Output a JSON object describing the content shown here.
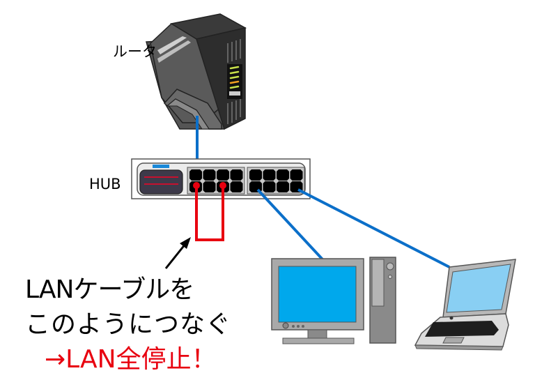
{
  "labels": {
    "router": "ルータ",
    "hub": "HUB"
  },
  "annotation": {
    "line1": "LANケーブルを",
    "line2": "このようにつなぐ",
    "line3": "→LAN全停止！"
  },
  "colors": {
    "cable_normal": "#0b6fc9",
    "cable_loop": "#e8000f",
    "warning_text": "#e8000f",
    "monitor_screen": "#00a8ec",
    "laptop_screen": "#89cff3",
    "router_body": "#585858",
    "hub_body": "#eeeeee"
  },
  "devices": [
    {
      "name": "router",
      "label": "ルータ"
    },
    {
      "name": "hub",
      "label": "HUB",
      "ports_per_group": 8,
      "port_groups": 2
    },
    {
      "name": "desktop-pc"
    },
    {
      "name": "laptop-pc"
    }
  ],
  "connections": [
    {
      "from": "router",
      "to": "hub-port-1",
      "color": "blue"
    },
    {
      "from": "hub-port-5",
      "to": "hub-port-7",
      "color": "red",
      "note": "loop"
    },
    {
      "from": "hub-port-13",
      "to": "desktop-pc",
      "color": "blue"
    },
    {
      "from": "hub-port-16",
      "to": "laptop-pc",
      "color": "blue"
    }
  ]
}
